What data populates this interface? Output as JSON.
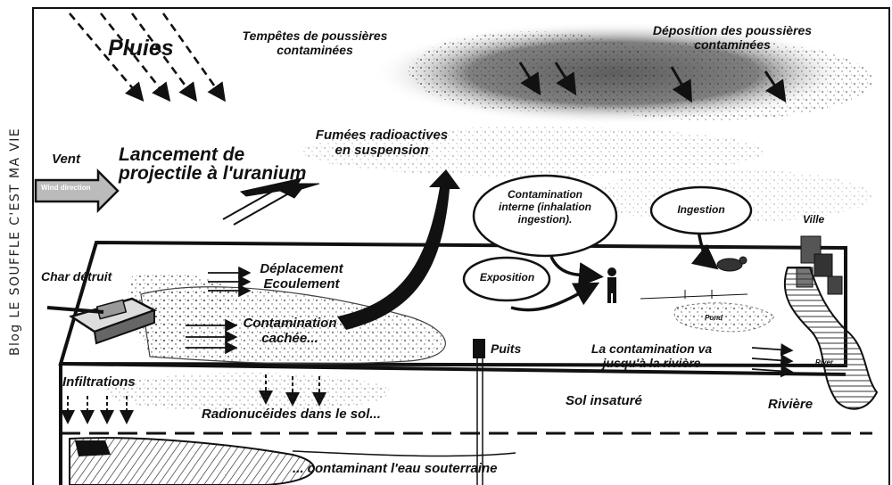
{
  "side_brand": "Blog LE SOUFFLE C'EST MA VIE",
  "labels": {
    "rain": "Pluies",
    "dust_storm_1": "Tempêtes de poussières",
    "dust_storm_2": "contaminées",
    "deposition_1": "Déposition des poussières",
    "deposition_2": "contaminées",
    "wind": "Vent",
    "wind_arrow": "Wind direction",
    "launch_1": "Lancement de",
    "launch_2": "projectile à l'uranium",
    "smoke_1": "Fumées radioactives",
    "smoke_2": "en suspension",
    "internal_1": "Contamination",
    "internal_2": "interne (inhalation",
    "internal_3": "ingestion).",
    "ingestion": "Ingestion",
    "city": "Ville",
    "tank": "Char détruit",
    "displacement_1": "Déplacement",
    "displacement_2": "Ecoulement",
    "exposure": "Exposition",
    "hidden_1": "Contamination",
    "hidden_2": "cachée...",
    "pond": "Pond",
    "well": "Puits",
    "river_reach_1": "La contamination va",
    "river_reach_2": "jusqu'à la rivière",
    "river_en": "River",
    "infiltration": "Infiltrations",
    "unsaturated": "Sol insaturé",
    "river": "Rivière",
    "radionuclides": "Radionucéides dans le sol...",
    "groundwater": "... contaminant l'eau souterraine"
  }
}
